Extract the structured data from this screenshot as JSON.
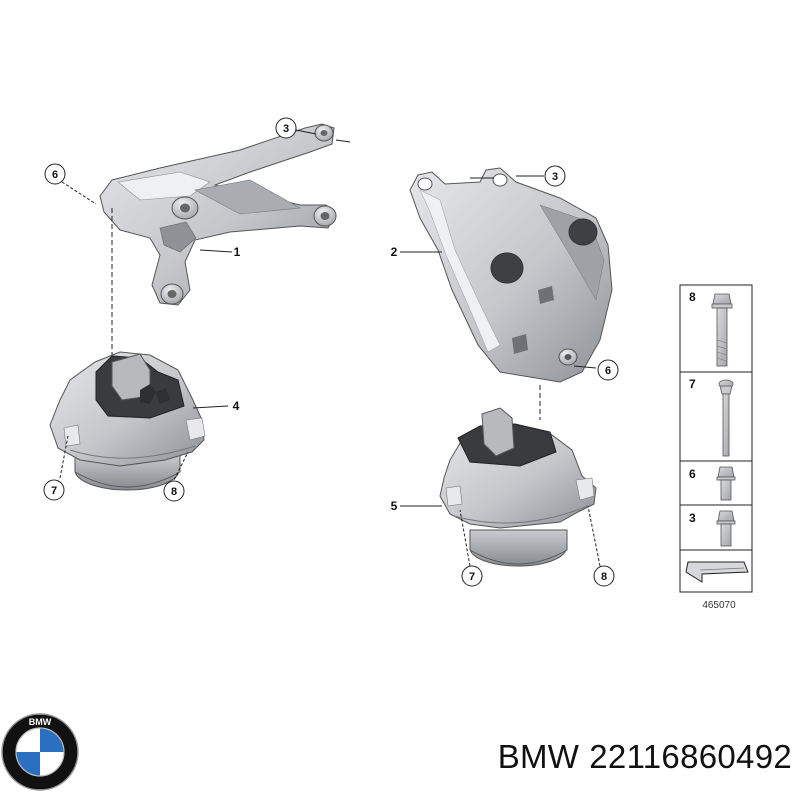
{
  "callouts": {
    "c1": "1",
    "c2": "2",
    "c3a": "3",
    "c3b": "3",
    "c4": "4",
    "c5": "5",
    "c6a": "6",
    "c6b": "6",
    "c7a": "7",
    "c7b": "7",
    "c8a": "8",
    "c8b": "8"
  },
  "legend": {
    "rows": [
      {
        "number": "8",
        "part": "long-flange-bolt"
      },
      {
        "number": "7",
        "part": "long-screw"
      },
      {
        "number": "6",
        "part": "short-bolt"
      },
      {
        "number": "3",
        "part": "short-bolt"
      }
    ],
    "reference": "465070"
  },
  "caption": {
    "brand": "BMW",
    "part_number": "22116860492"
  },
  "logo": {
    "text": "BMW",
    "colors": {
      "outer": "#111111",
      "blue": "#2a6fc0",
      "white": "#ffffff"
    }
  },
  "colors": {
    "metal_light": "#dcdde0",
    "metal_mid": "#b9bbbf",
    "metal_dark": "#7d8086",
    "rubber": "#3a3b3e",
    "outline": "#4a4c50"
  }
}
